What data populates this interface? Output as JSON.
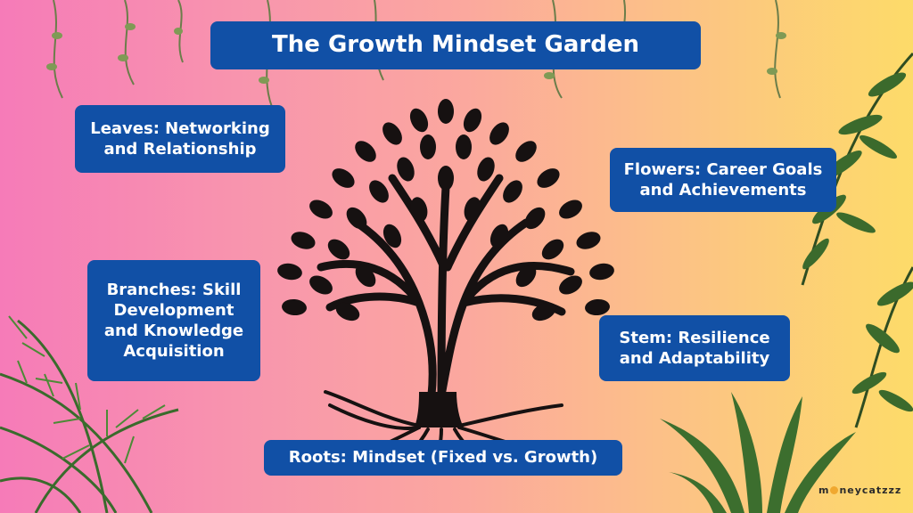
{
  "title": "The Growth Mindset Garden",
  "labels": {
    "leaves": [
      "Leaves: Networking",
      "and Relationship"
    ],
    "flowers": [
      "Flowers: Career Goals",
      "and Achievements"
    ],
    "branches": [
      "Branches: Skill",
      "Development",
      "and Knowledge",
      "Acquisition"
    ],
    "stem": [
      "Stem: Resilience",
      "and Adaptability"
    ],
    "roots": [
      "Roots: Mindset (Fixed vs. Growth)"
    ]
  },
  "brand": {
    "prefix": "m",
    "suffix": "neycatzzz"
  },
  "colors": {
    "box": "#1150a6",
    "text": "#ffffff",
    "tree": "#161111",
    "plant": "#3f6a2a",
    "bg_left": "#f67bb8",
    "bg_right": "#fddb69"
  },
  "icons": [
    "tree-icon",
    "hanging-vine-icon",
    "palm-frond-icon",
    "leafy-branch-icon",
    "agave-plant-icon"
  ]
}
